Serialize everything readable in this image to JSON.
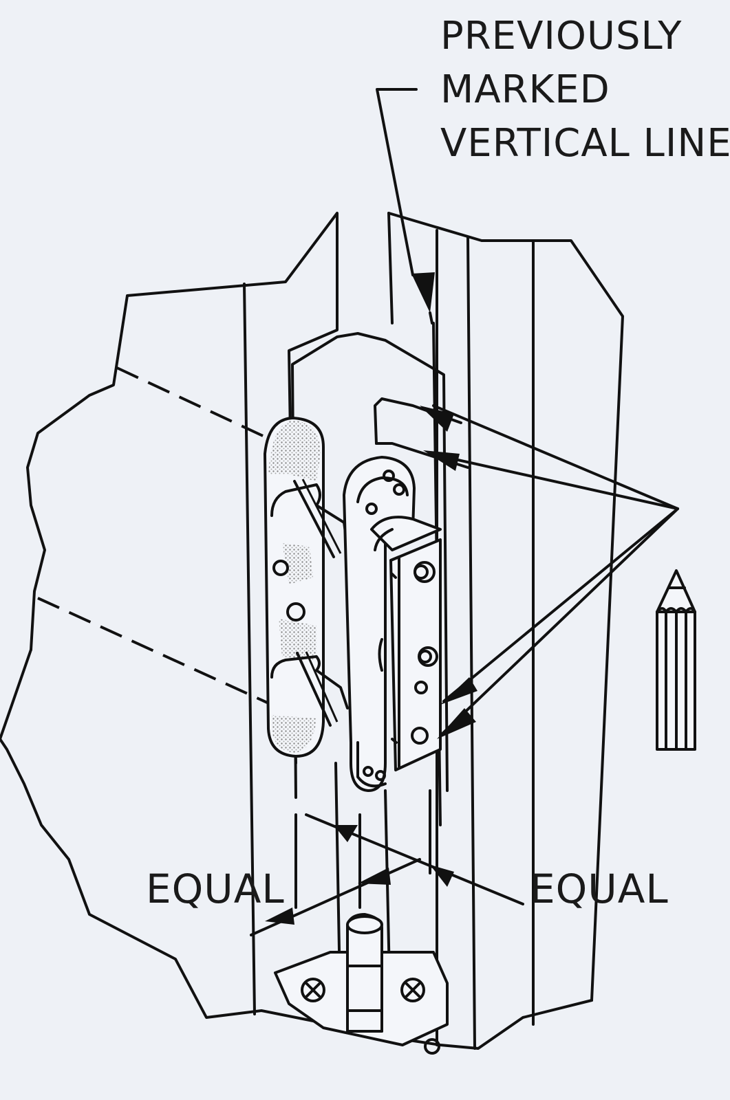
{
  "callout": {
    "lines": [
      "PREVIOUSLY",
      "MARKED",
      "VERTICAL LINE"
    ]
  },
  "dimensions": {
    "left_label": "EQUAL",
    "right_label": "EQUAL"
  },
  "icons": {
    "pencil": "pencil-icon",
    "hinge": "hinge-icon",
    "screw": "screw-icon"
  },
  "colors": {
    "ink": "#111111",
    "paper": "#eef1f6"
  }
}
